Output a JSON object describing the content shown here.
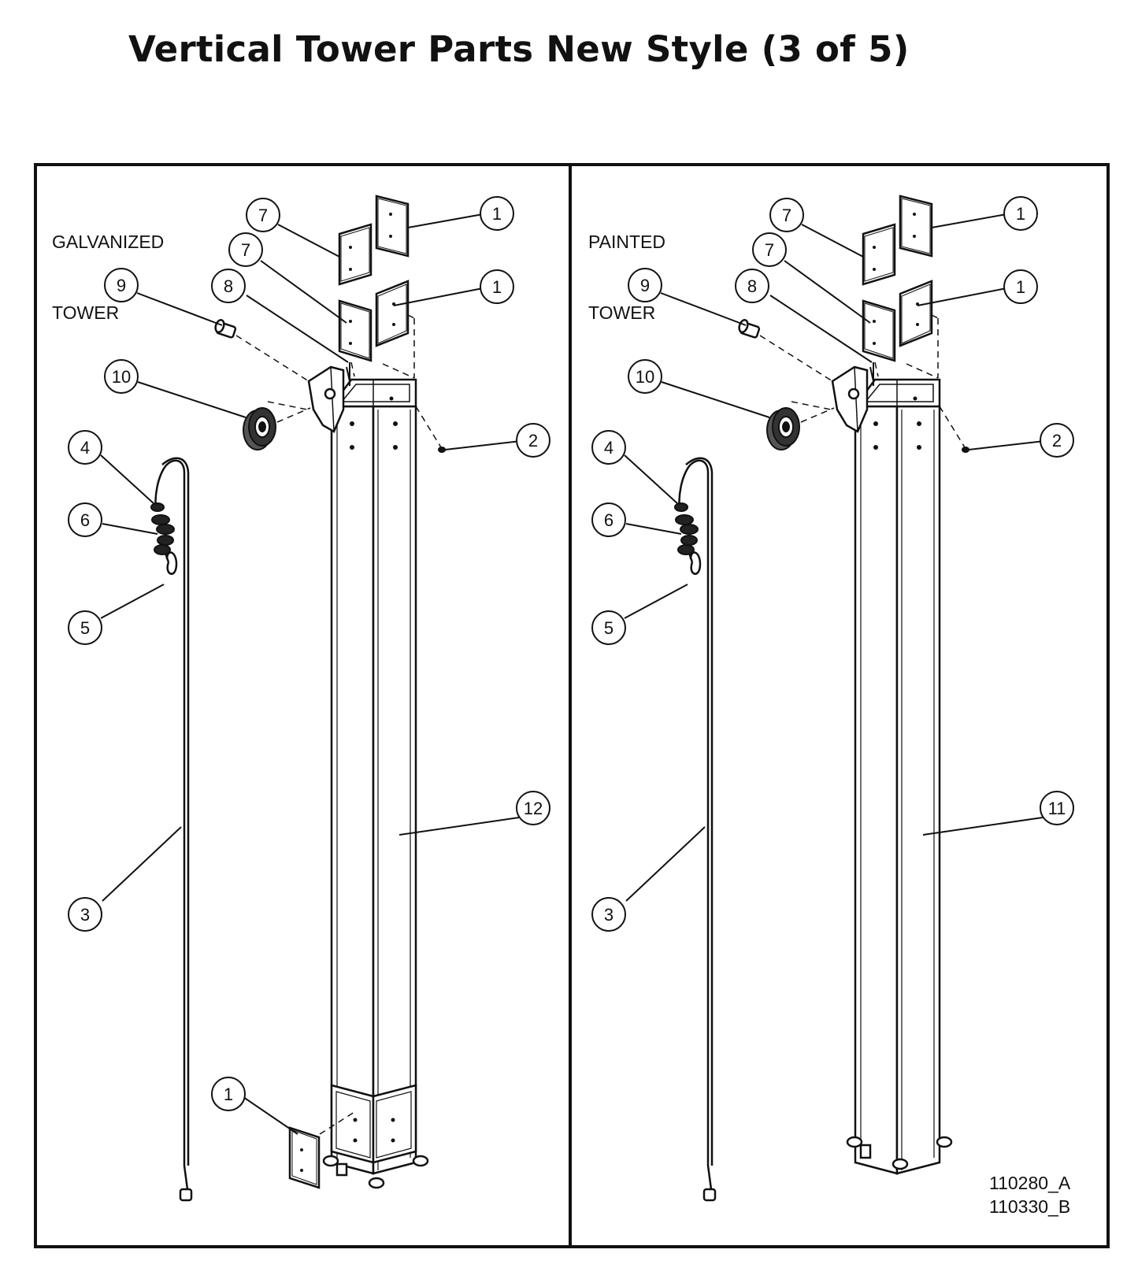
{
  "title": "Vertical Tower Parts New Style (3 of 5)",
  "panels": [
    {
      "label_line1": "GALVANIZED",
      "label_line2": "TOWER",
      "callouts": [
        "7",
        "1",
        "7",
        "1",
        "9",
        "8",
        "10",
        "2",
        "4",
        "6",
        "5",
        "12",
        "3",
        "1"
      ]
    },
    {
      "label_line1": "PAINTED",
      "label_line2": "TOWER",
      "callouts": [
        "7",
        "1",
        "7",
        "1",
        "9",
        "8",
        "10",
        "2",
        "4",
        "6",
        "5",
        "11",
        "3"
      ]
    }
  ],
  "drawing_codes": [
    "110280_A",
    "110330_B"
  ]
}
